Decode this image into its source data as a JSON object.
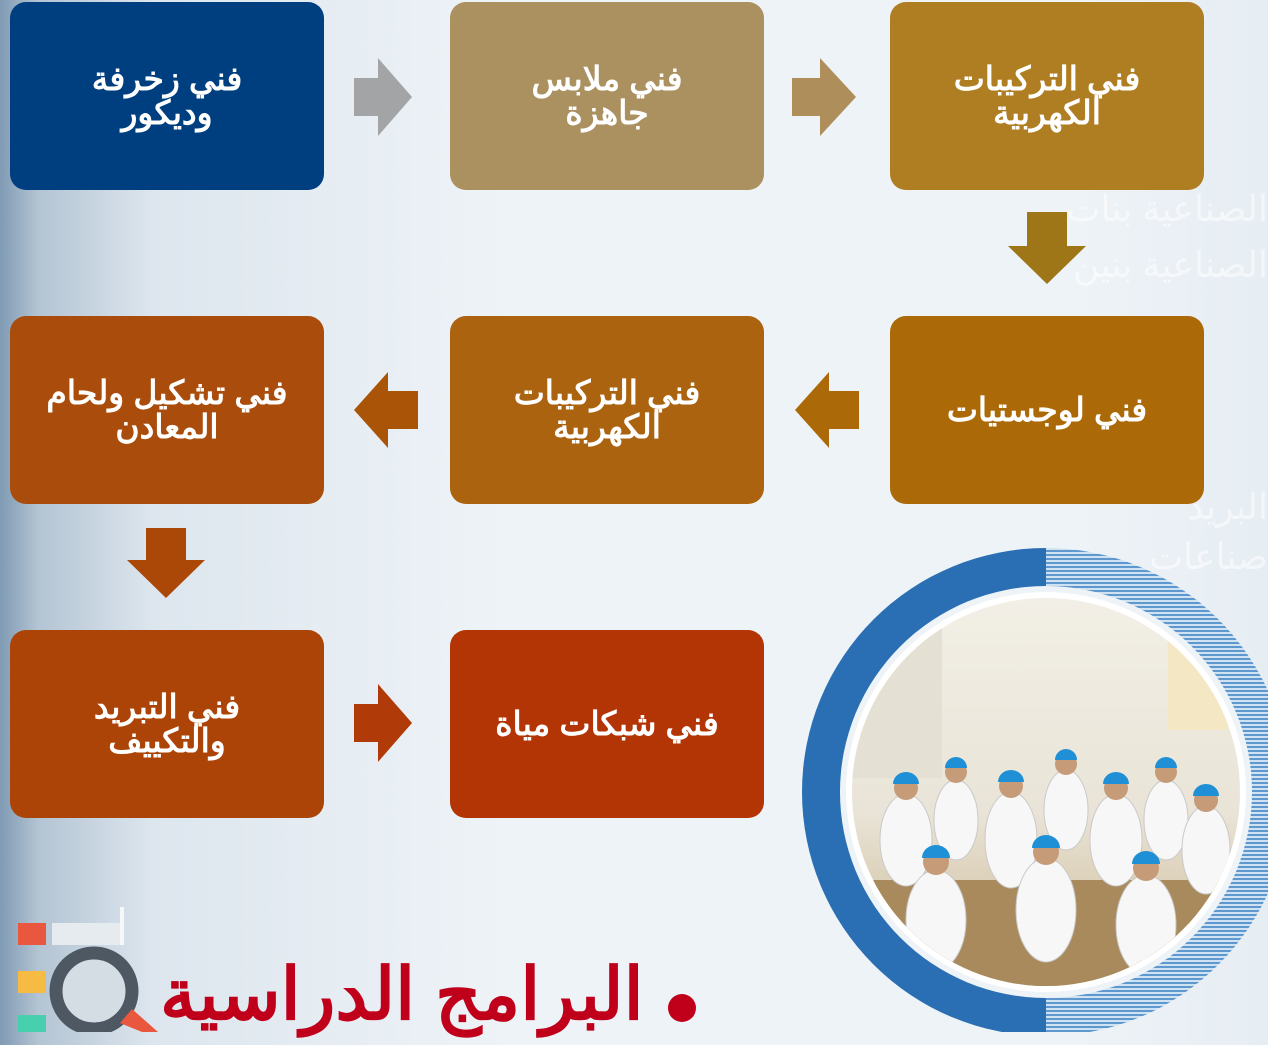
{
  "boxes": [
    {
      "id": "decor",
      "label": "فني زخرفة\nوديكور",
      "color": "#003f7f"
    },
    {
      "id": "clothes",
      "label": "فني ملابس\nجاهزة",
      "color": "#ab9060"
    },
    {
      "id": "electrical-1",
      "label": "فني التركيبات\nالكهربية",
      "color": "#b07e22"
    },
    {
      "id": "logistics",
      "label": "فني لوجستيات",
      "color": "#ab6a07"
    },
    {
      "id": "electrical-2",
      "label": "فني التركيبات\nالكهربية",
      "color": "#ab6310"
    },
    {
      "id": "metal",
      "label": "فني تشكيل ولحام\nالمعادن",
      "color": "#aa4d0c"
    },
    {
      "id": "hvac",
      "label": "فني التبريد\nوالتكييف",
      "color": "#ad4407"
    },
    {
      "id": "water",
      "label": "فني شبكات مياة",
      "color": "#b33405"
    }
  ],
  "arrow_colors": {
    "gray": "#a2a4a6",
    "tan": "#ae8f5c",
    "gold": "#9e7618",
    "amber": "#ab6a07",
    "orange": "#aa5408",
    "rust": "#ab4707",
    "red": "#b03a08"
  },
  "heading": "البرامج الدراسية",
  "ghost_text": [
    "الصناعية بنات",
    "الصناعية بنين",
    "البريد",
    "صناعات"
  ],
  "icons": [
    "search-icon",
    "student-photo"
  ]
}
